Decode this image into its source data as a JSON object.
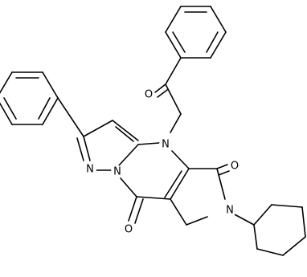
{
  "molecule": {
    "atoms": [
      {
        "id": "N1",
        "symbol": "N"
      },
      {
        "id": "N2",
        "symbol": "N"
      },
      {
        "id": "N3",
        "symbol": "N"
      },
      {
        "id": "N4",
        "symbol": "N"
      },
      {
        "id": "O1",
        "symbol": "O"
      },
      {
        "id": "O2",
        "symbol": "O"
      },
      {
        "id": "O3",
        "symbol": "O"
      }
    ]
  }
}
